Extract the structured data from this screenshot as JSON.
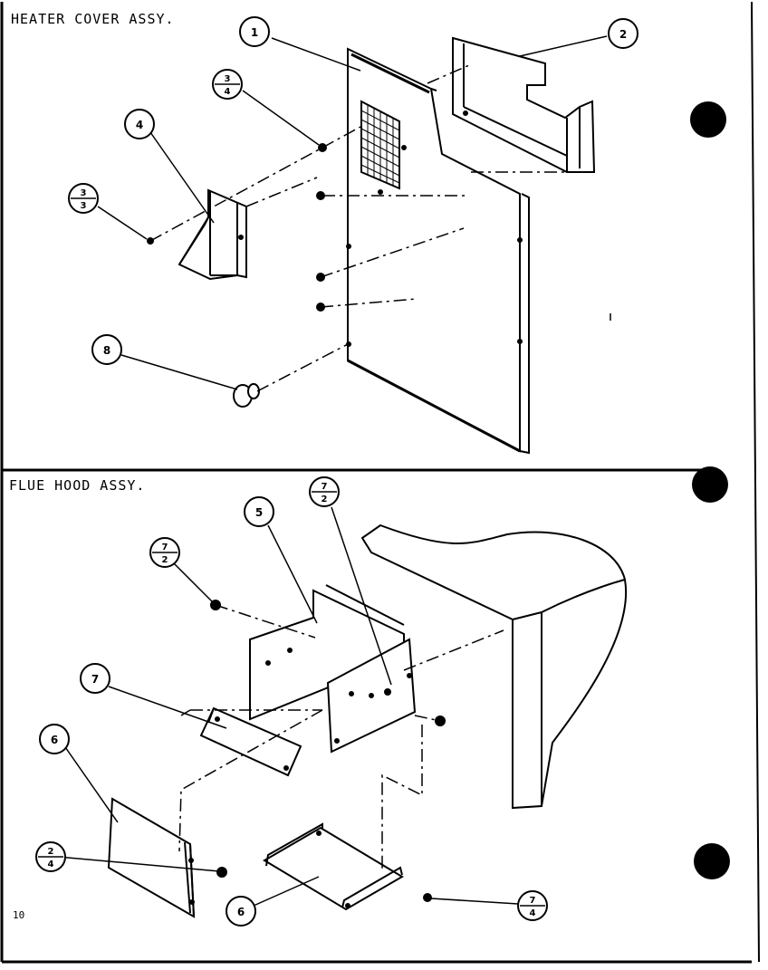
{
  "sections": {
    "top_title": "HEATER COVER ASSY.",
    "bottom_title": "FLUE HOOD ASSY."
  },
  "page_number": "10",
  "callouts": {
    "c1": "1",
    "c2": "2",
    "c4": "4",
    "c8": "8",
    "c5": "5",
    "c7": "7",
    "c6a": "6",
    "c6b": "6"
  },
  "fraction_callouts": {
    "f_3_4_top": {
      "num": "3",
      "den": "4"
    },
    "f_3_3": {
      "num": "3",
      "den": "3"
    },
    "f_7_2_left": {
      "num": "7",
      "den": "2"
    },
    "f_7_2_right": {
      "num": "7",
      "den": "2"
    },
    "f_2_4": {
      "num": "2",
      "den": "4"
    },
    "f_7_4": {
      "num": "7",
      "den": "4"
    }
  }
}
